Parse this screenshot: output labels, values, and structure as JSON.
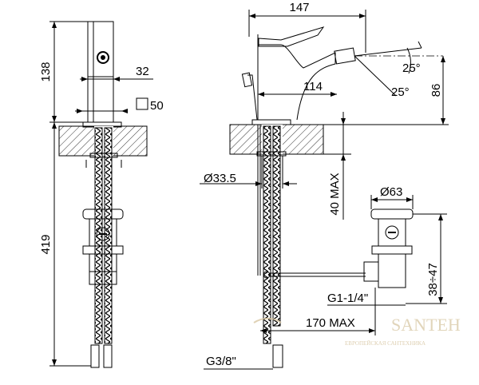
{
  "dimensions": {
    "left_view": {
      "height_top": "138",
      "spout_width": "32",
      "base_square": "50",
      "hose_length": "419"
    },
    "side_view": {
      "total_reach": "147",
      "spout_reach": "114",
      "spout_height": "86",
      "angle_up": "25°",
      "angle_down": "25°",
      "hole_diameter": "Ø33.5",
      "deck_thickness": "40 MAX",
      "waste_diameter": "Ø63",
      "waste_height": "38÷47",
      "waste_thread": "G1-1/4\"",
      "rod_length": "170 MAX",
      "inlet_thread": "G3/8\""
    }
  },
  "watermark": {
    "brand": "SANTEH",
    "tagline": "ЕВРОПЕЙСКАЯ САНТЕХНИКА"
  }
}
